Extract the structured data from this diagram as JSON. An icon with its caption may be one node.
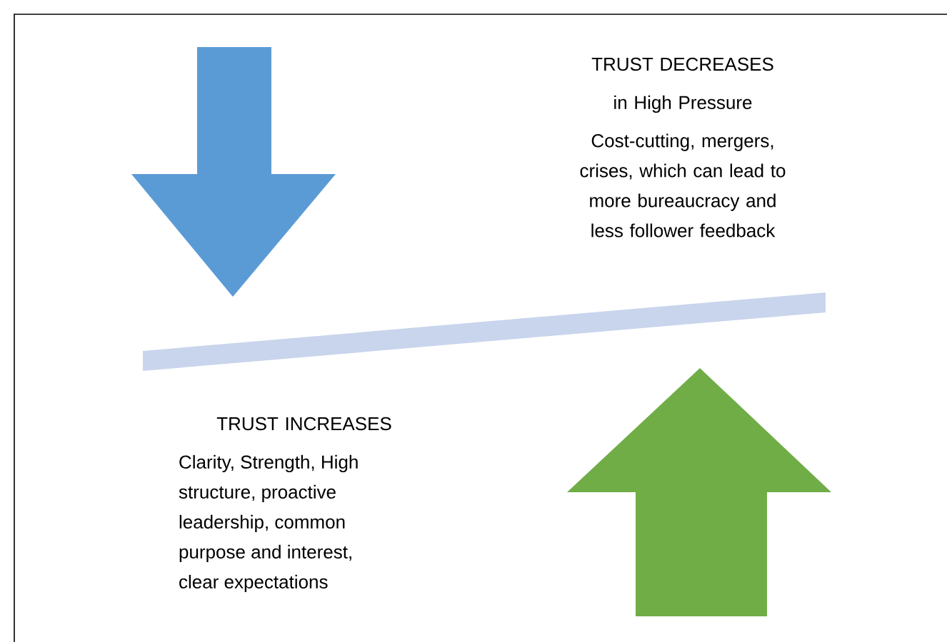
{
  "diagram": {
    "nodes": [
      {
        "text": [],
        "shape": "bar"
      }
    ],
    "labels": [
      "TRUST DECREASES",
      "in High Pressure",
      "Cost-cutting, mergers, crises, which can lead to more bureaucracy and less follower feedback",
      "TRUST INCREASES",
      "Clarity, Strength, High structure, proactive leadership, common purpose and interest, clear expectations"
    ]
  }
}
